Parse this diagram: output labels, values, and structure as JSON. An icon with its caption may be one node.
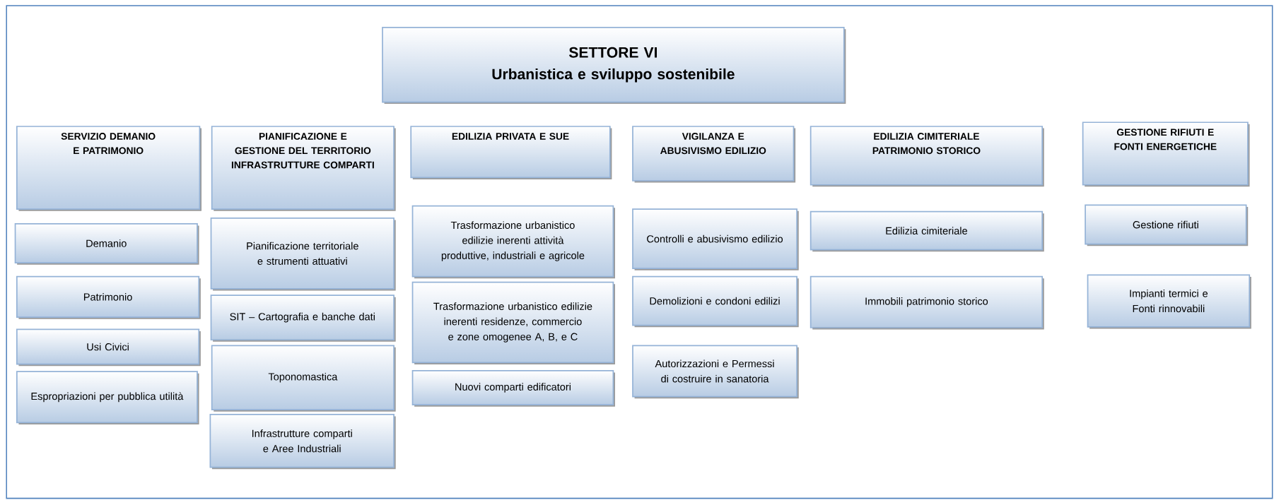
{
  "diagram": {
    "nodes": [
      {
        "text": [
          "SETTORE VI",
          "Urbanistica e sviluppo sostenibile"
        ]
      },
      {
        "text": [
          "SERVIZIO DEMANIO E PATRIMONIO"
        ]
      },
      {
        "text": [
          "PIANIFICAZIONE E GESTIONE DEL TERRITORIO INFRASTRUTTURE COMPARTI"
        ]
      },
      {
        "text": [
          "EDILIZIA PRIVATA E SUE"
        ]
      },
      {
        "text": [
          "VIGILANZA E ABUSIVISMO EDILIZIO"
        ]
      },
      {
        "text": [
          "EDILIZIA CIMITERIALE PATRIMONIO STORICO"
        ]
      },
      {
        "text": [
          "GESTIONE RIFIUTI E FONTI ENERGETICHE"
        ]
      },
      {
        "text": [
          "Demanio"
        ]
      },
      {
        "text": [
          "Patrimonio"
        ]
      },
      {
        "text": [
          "Usi Civici"
        ]
      },
      {
        "text": [
          "Espropriazioni per pubblica utilità"
        ]
      },
      {
        "text": [
          "Pianificazione territoriale e strumenti attuativi"
        ]
      },
      {
        "text": [
          "SIT – Cartografia e banche dati"
        ]
      },
      {
        "text": [
          "Toponomastica"
        ]
      },
      {
        "text": [
          "Infrastrutture comparti e Aree Industriali"
        ]
      },
      {
        "text": [
          "Trasformazione urbanistico edilizie inerenti attività produttive, industriali e agricole"
        ]
      },
      {
        "text": [
          "Trasformazione urbanistico edilizie inerenti residenze, commercio e zone omogenee A, B, e C"
        ]
      },
      {
        "text": [
          "Nuovi comparti edificatori"
        ]
      },
      {
        "text": [
          "Controlli e abusivismo edilizio"
        ]
      },
      {
        "text": [
          "Demolizioni e condoni edilizi"
        ]
      },
      {
        "text": [
          "Autorizzazioni e Permessi di costruire in sanatoria"
        ]
      },
      {
        "text": [
          "Edilizia cimiteriale"
        ]
      },
      {
        "text": [
          "Immobili patrimonio storico"
        ]
      },
      {
        "text": [
          "Gestione rifiuti"
        ]
      },
      {
        "text": [
          "Impianti termici e Fonti rinnovabili"
        ]
      }
    ]
  }
}
